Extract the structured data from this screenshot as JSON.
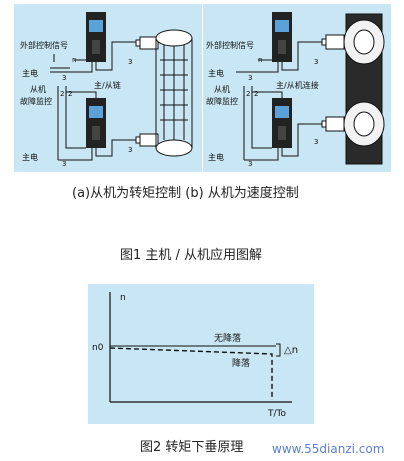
{
  "figure1": {
    "left": {
      "external_signal": "外部控制信号",
      "mains_top": "主电",
      "mains_bottom": "主电",
      "slave_fault_1": "从机",
      "slave_fault_2": "故障监控",
      "link": "主/从链",
      "n_label": "n",
      "wire_3": "3",
      "wire_2": "2"
    },
    "right": {
      "external_signal": "外部控制信号",
      "mains_top": "主电",
      "mains_bottom": "主电",
      "slave_fault_1": "从机",
      "slave_fault_2": "故障监控",
      "link": "主/从机连接",
      "n_label": "n",
      "wire_3": "3",
      "wire_2": "2"
    },
    "subcaption": "(a)从机为转矩控制 (b) 从机为速度控制",
    "caption": "图1 主机 / 从机应用图解"
  },
  "figure2": {
    "y_axis": "n",
    "y_tick": "n0",
    "x_axis": "T/To",
    "no_droop": "无降落",
    "droop": "降落",
    "delta": "△n",
    "caption": "图2 转矩下垂原理"
  },
  "watermark": "www.55dianzi.com",
  "colors": {
    "panel": "#c8e6f4",
    "ink": "#111111",
    "drive": "#222222",
    "screen": "#5aa2d8"
  }
}
